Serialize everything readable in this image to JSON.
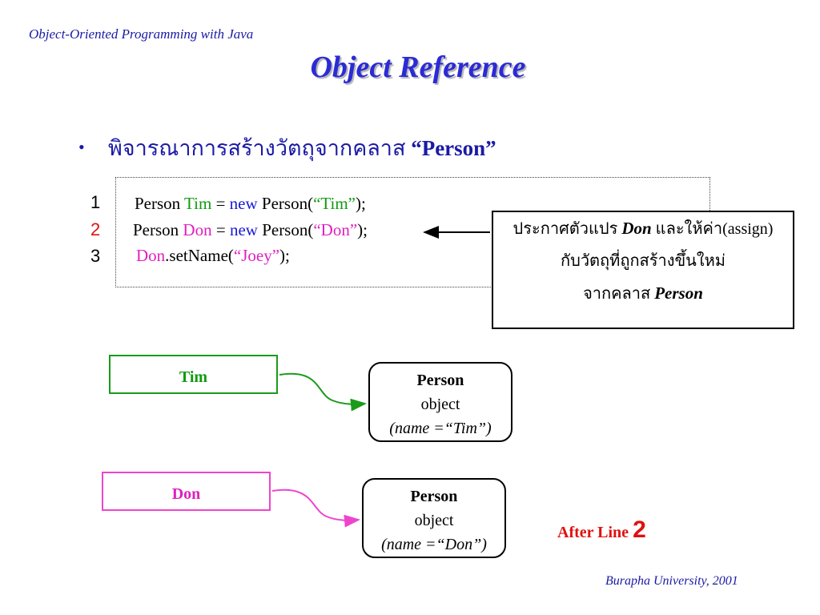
{
  "header": {
    "course_title": "Object-Oriented Programming with Java",
    "slide_title": "Object Reference"
  },
  "bullet": {
    "symbol": "•",
    "text": "พิจารณาการสร้างวัตถุจากคลาส",
    "quoted": "“Person”"
  },
  "code": {
    "lines": [
      {
        "number": "1",
        "tokens": [
          "Person ",
          "Tim",
          " = ",
          "new",
          " Person(",
          "“Tim”",
          ");"
        ]
      },
      {
        "number": "2",
        "tokens": [
          "Person ",
          "Don",
          " = ",
          "new",
          " Person(",
          "“Don”",
          ");"
        ]
      },
      {
        "number": "3",
        "tokens": [
          "Don",
          ".setName(",
          "“Joey”",
          ");"
        ]
      }
    ]
  },
  "callout": {
    "line1_prefix": "ประกาศตัวแปร ",
    "line1_var": "Don",
    "line1_suffix": " และให้ค่า",
    "line1_note": "(assign)",
    "line2": "กับวัตถุที่ถูกสร้างขึ้นใหม่",
    "line3_prefix": "จากคลาส ",
    "line3_class": "Person"
  },
  "diagram": {
    "tim_variable": "Tim",
    "tim_object": {
      "type": "Person",
      "kind": "object",
      "state": "(name =“Tim”)"
    },
    "don_variable": "Don",
    "don_object": {
      "type": "Person",
      "kind": "object",
      "state": "(name =“Don”)"
    }
  },
  "status": {
    "label": "After Line ",
    "line_number": "2"
  },
  "footer": {
    "text": "Burapha University, 2001"
  },
  "colors": {
    "title_blue": "#2b2bd6",
    "keyword_blue": "#1a1ad6",
    "tim_green": "#0f9b0f",
    "don_pink": "#e020c0",
    "line_red": "#e01010"
  }
}
